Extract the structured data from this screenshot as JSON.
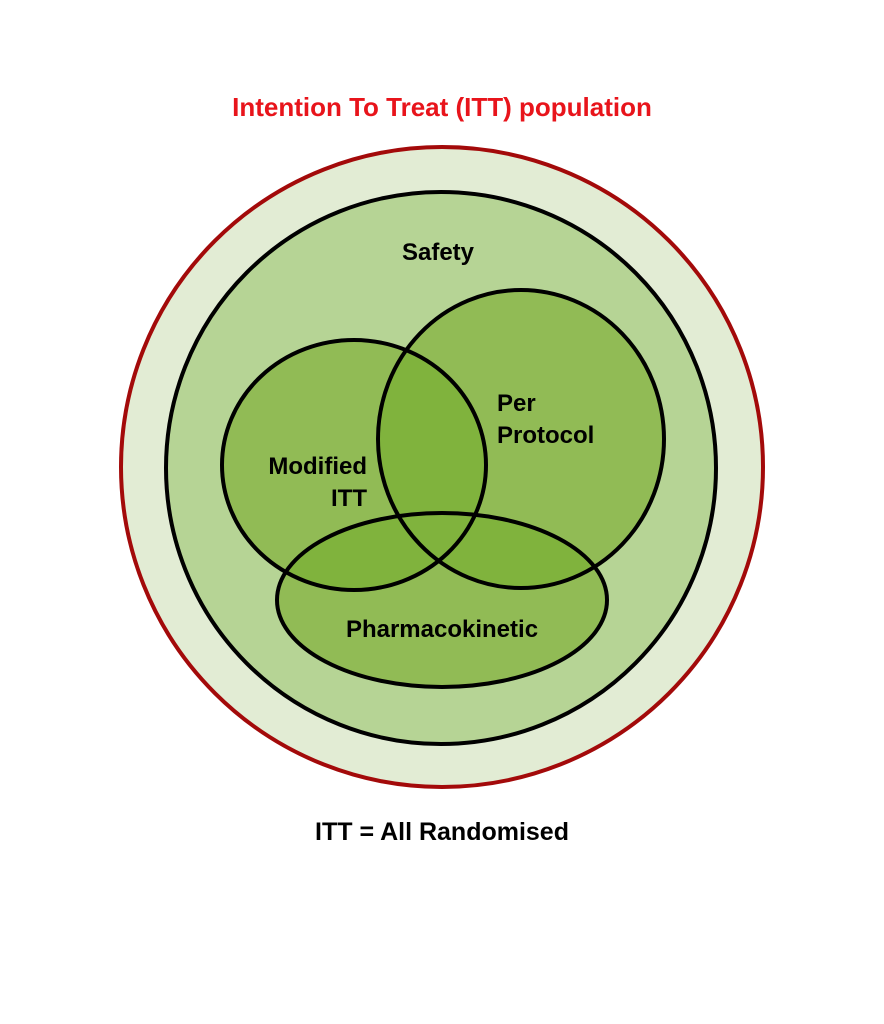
{
  "title": "Intention To Treat (ITT) population",
  "footer": "ITT = All Randomised",
  "sets": {
    "safety": "Safety",
    "per_protocol_line1": "Per",
    "per_protocol_line2": "Protocol",
    "modified_itt_line1": "Modified",
    "modified_itt_line2": "ITT",
    "pharmacokinetic": "Pharmacokinetic"
  },
  "colors": {
    "title": "#e8141b",
    "outer_stroke": "#a30a0a",
    "outer_fill": "#e2ecd4",
    "safety_fill": "#b6d495",
    "set_fill": "#91bb55",
    "overlap_fill": "#80b33d"
  }
}
